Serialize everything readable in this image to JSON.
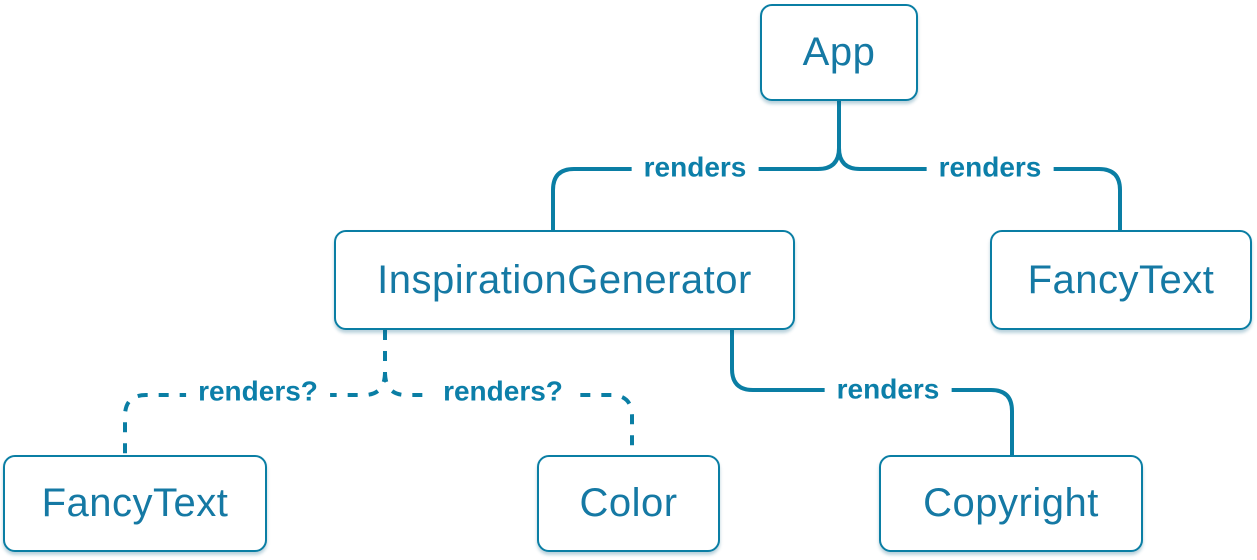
{
  "diagram": {
    "description": "React component render tree",
    "colors": {
      "accent": "#0a7ea4",
      "node_background": "#ffffff",
      "page_background": "#ffffff"
    },
    "nodes": [
      {
        "id": "app",
        "label": "App"
      },
      {
        "id": "inspiration-generator",
        "label": "InspirationGenerator"
      },
      {
        "id": "fancy-text-top",
        "label": "FancyText"
      },
      {
        "id": "fancy-text-bottom",
        "label": "FancyText"
      },
      {
        "id": "color",
        "label": "Color"
      },
      {
        "id": "copyright",
        "label": "Copyright"
      }
    ],
    "edges": [
      {
        "from": "App",
        "to": "InspirationGenerator",
        "label": "renders",
        "style": "solid"
      },
      {
        "from": "App",
        "to": "FancyText",
        "label": "renders",
        "style": "solid"
      },
      {
        "from": "InspirationGenerator",
        "to": "FancyText",
        "label": "renders?",
        "style": "dashed"
      },
      {
        "from": "InspirationGenerator",
        "to": "Color",
        "label": "renders?",
        "style": "dashed"
      },
      {
        "from": "InspirationGenerator",
        "to": "Copyright",
        "label": "renders",
        "style": "solid"
      }
    ]
  }
}
